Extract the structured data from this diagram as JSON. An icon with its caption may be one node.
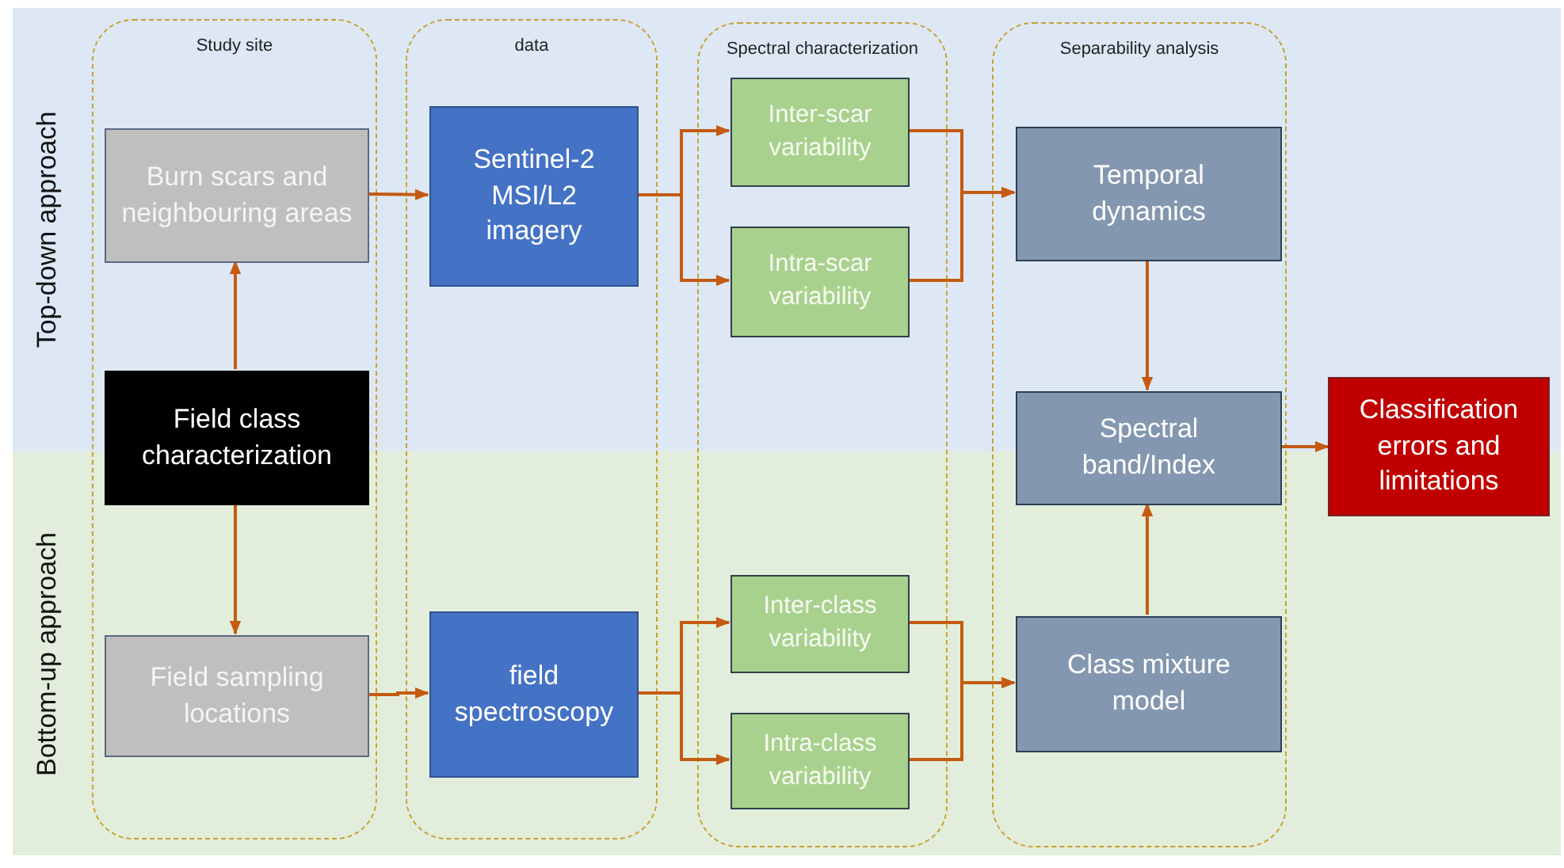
{
  "diagram": {
    "nodes": [
      {
        "text": [
          "Study site"
        ]
      },
      {
        "text": [
          "data"
        ]
      },
      {
        "text": [
          "Spectral characterization"
        ]
      },
      {
        "text": [
          "Separability analysis"
        ]
      },
      {
        "text": [
          "Burn scars and neighbouring areas"
        ],
        "in": 0
      },
      {
        "text": [
          "Field class characterization"
        ],
        "in": 0
      },
      {
        "text": [
          "Field sampling locations"
        ],
        "in": 0
      },
      {
        "text": [
          "Sentinel-2 MSI/L2 imagery"
        ],
        "in": 1
      },
      {
        "text": [
          "field spectroscopy"
        ],
        "in": 1
      },
      {
        "text": [
          "Inter-scar variability"
        ],
        "in": 2
      },
      {
        "text": [
          "Intra-scar variability"
        ],
        "in": 2
      },
      {
        "text": [
          "Inter-class variability"
        ],
        "in": 2
      },
      {
        "text": [
          "Intra-class variability"
        ],
        "in": 2
      },
      {
        "text": [
          "Temporal dynamics"
        ],
        "in": 3
      },
      {
        "text": [
          "Spectral band/Index"
        ],
        "in": 3
      },
      {
        "text": [
          "Class mixture model"
        ],
        "in": 3
      },
      {
        "text": [
          "Classification errors and limitations"
        ]
      }
    ],
    "edges": [
      {
        "from": 5,
        "to": 4,
        "arrow": "to"
      },
      {
        "from": 5,
        "to": 6,
        "arrow": "to"
      },
      {
        "from": 4,
        "to": 7,
        "arrow": "to"
      },
      {
        "from": 6,
        "to": 8,
        "arrow": "to"
      },
      {
        "from": 7,
        "to": 9,
        "arrow": "to"
      },
      {
        "from": 7,
        "to": 10,
        "arrow": "to"
      },
      {
        "from": 9,
        "to": 13,
        "arrow": "to"
      },
      {
        "from": 10,
        "to": 13,
        "arrow": "to"
      },
      {
        "from": 8,
        "to": 11,
        "arrow": "to"
      },
      {
        "from": 8,
        "to": 12,
        "arrow": "to"
      },
      {
        "from": 11,
        "to": 15,
        "arrow": "to"
      },
      {
        "from": 12,
        "to": 15,
        "arrow": "to"
      },
      {
        "from": 13,
        "to": 14,
        "arrow": "to"
      },
      {
        "from": 15,
        "to": 14,
        "arrow": "to"
      },
      {
        "from": 14,
        "to": 16,
        "arrow": "to"
      }
    ],
    "labels": [
      "Top-down approach",
      "Bottom-up approach"
    ]
  }
}
